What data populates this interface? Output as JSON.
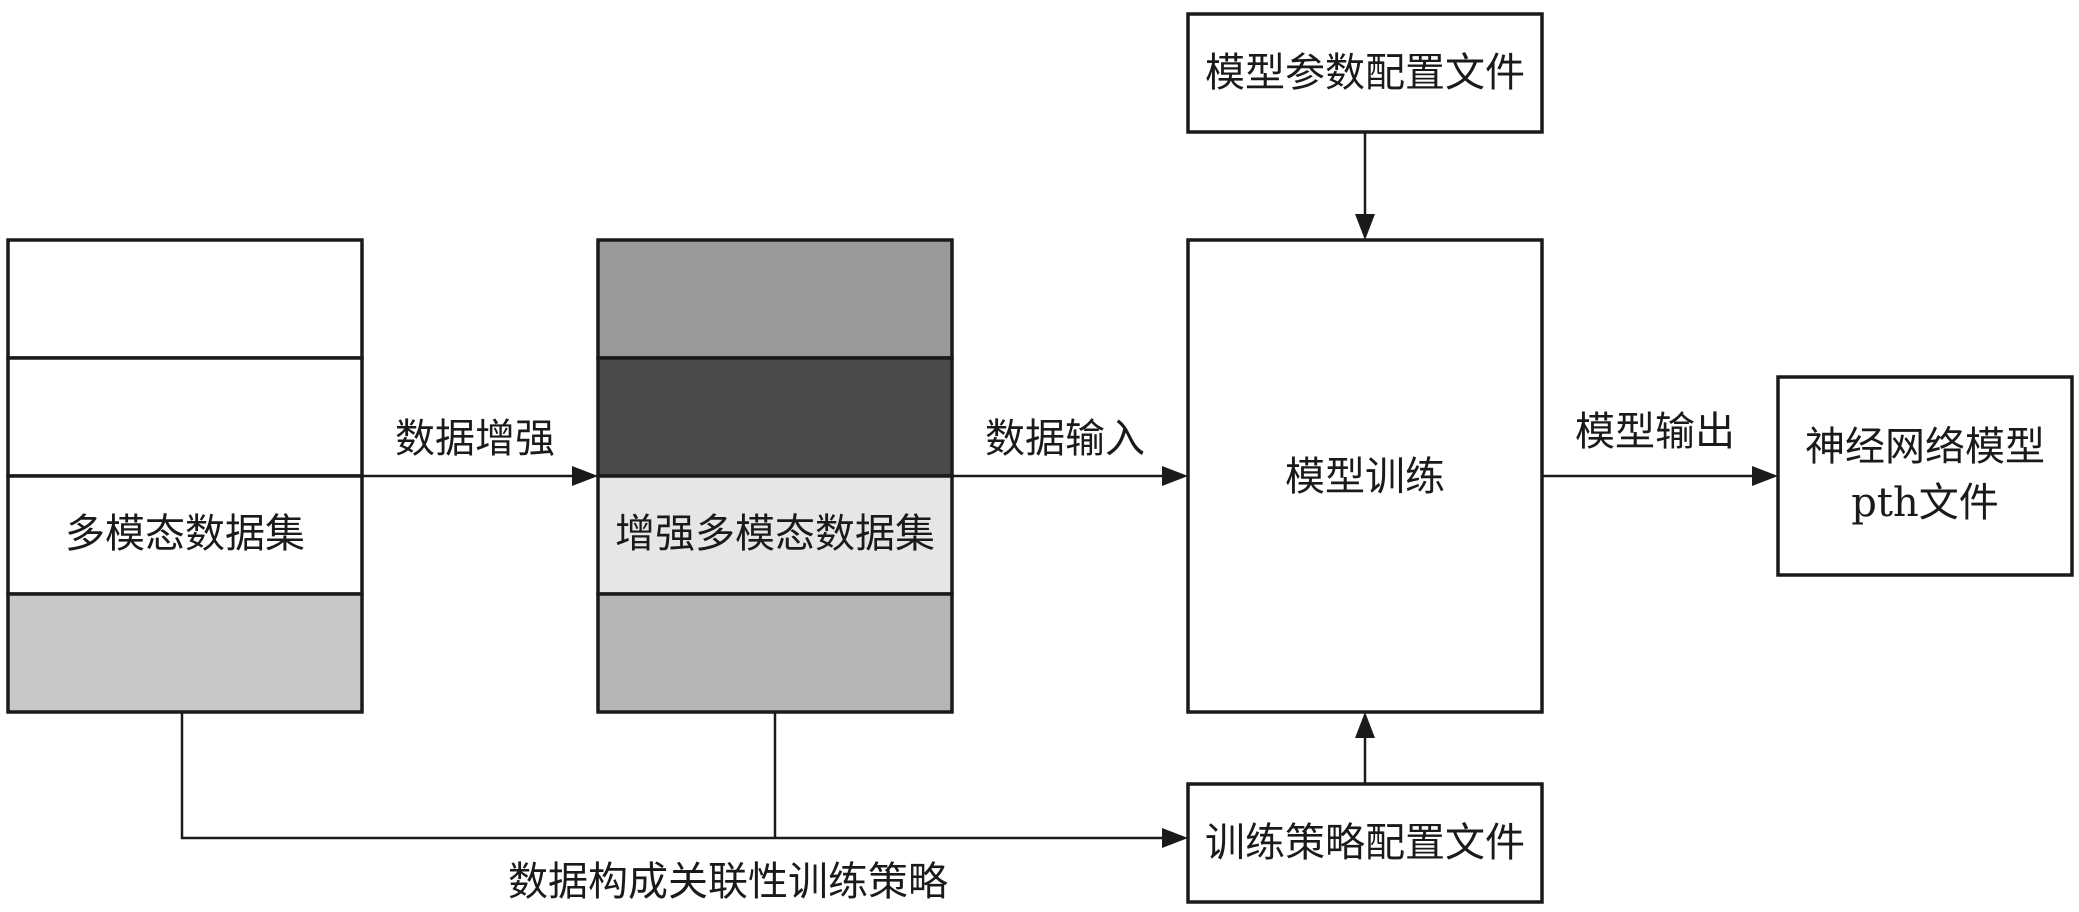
{
  "nodes": {
    "dataset": "多模态数据集",
    "enhanced_dataset": "增强多模态数据集",
    "model_param_config": "模型参数配置文件",
    "model_training": "模型训练",
    "training_strategy_config": "训练策略配置文件",
    "nn_model_line1": "神经网络模型",
    "nn_model_line2": "pth文件"
  },
  "edges": {
    "augmentation": "数据增强",
    "data_input": "数据输入",
    "model_output": "模型输出",
    "correlation_strategy": "数据构成关联性训练策略"
  },
  "colors": {
    "layer_white": "#ffffff",
    "layer_light_gray": "#c8c8c8",
    "layer_mid_gray": "#999999",
    "layer_dark_gray": "#4a4a4a",
    "layer_very_light_gray": "#e6e6e6",
    "layer_gray": "#b5b5b5",
    "stroke": "#1a1a1a"
  }
}
